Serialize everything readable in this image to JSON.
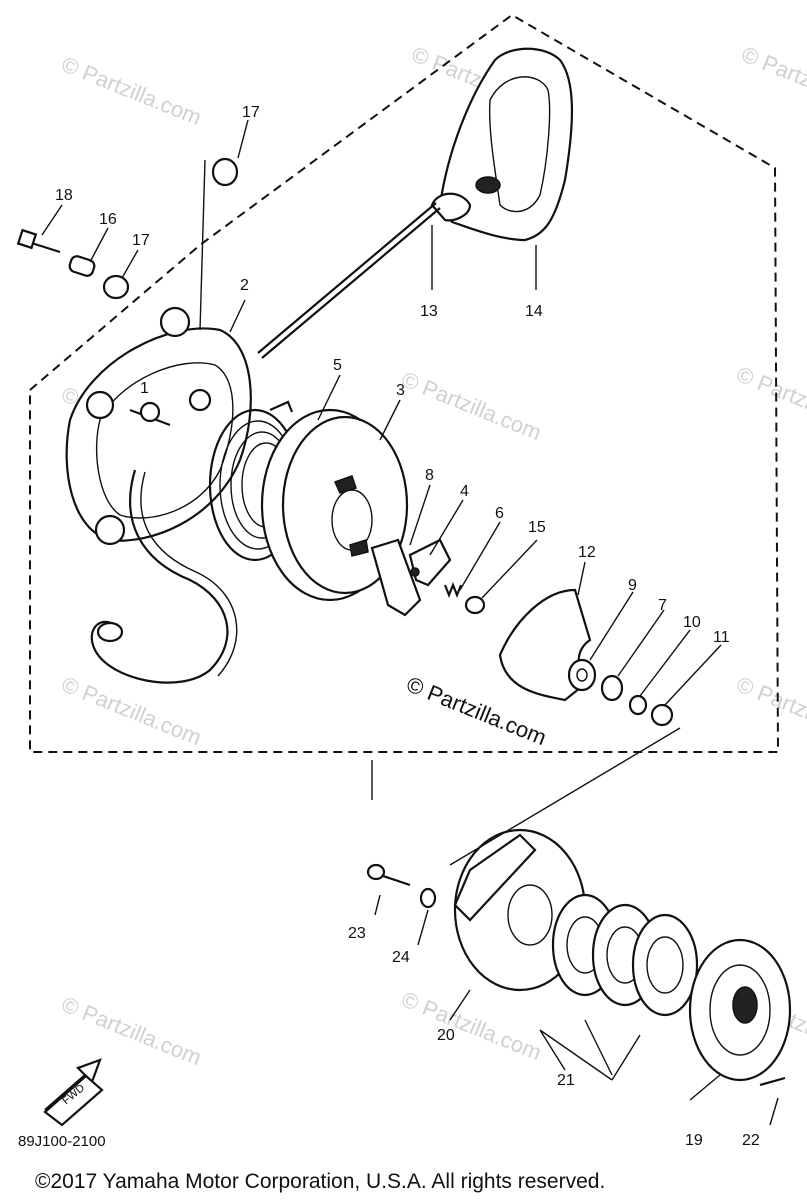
{
  "diagram": {
    "part_numbers": [
      "1",
      "2",
      "3",
      "4",
      "5",
      "6",
      "7",
      "8",
      "9",
      "10",
      "11",
      "12",
      "13",
      "14",
      "15",
      "16",
      "17",
      "17",
      "18",
      "19",
      "20",
      "21",
      "22",
      "23",
      "24"
    ],
    "watermark_text": "© Partzilla.com",
    "center_watermark": "© Partzilla.com",
    "front_arrow_label": "FWD",
    "diagram_code": "89J100-2100",
    "copyright": "©2017  Yamaha Motor Corporation, U.S.A. All rights reserved."
  }
}
